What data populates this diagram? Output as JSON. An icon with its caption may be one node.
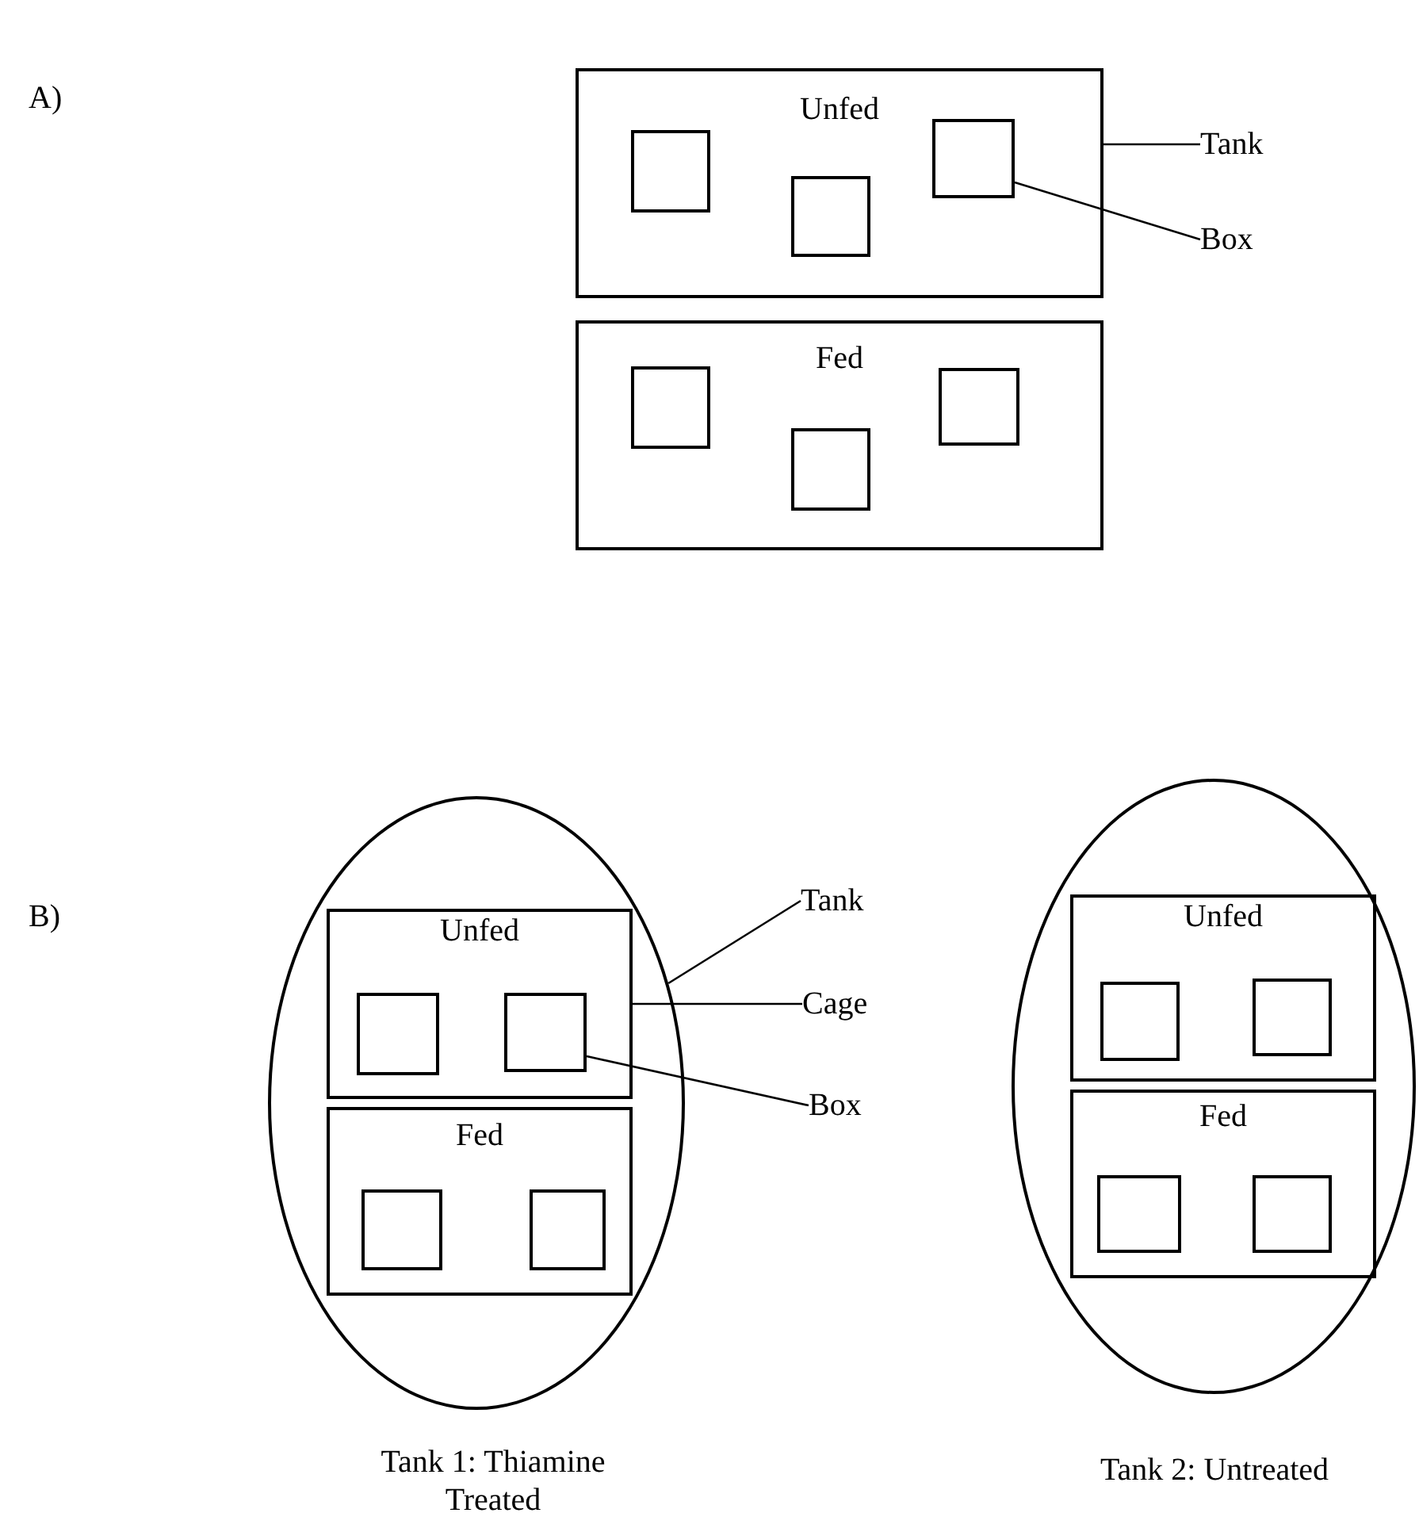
{
  "diagram": {
    "nodes": [
      {
        "text": [
          "Unfed"
        ]
      },
      {
        "text": [],
        "shape": "box",
        "in": 0
      },
      {
        "text": [],
        "shape": "box",
        "in": 0
      },
      {
        "text": [],
        "shape": "box",
        "in": 0
      },
      {
        "text": [
          "Fed"
        ]
      },
      {
        "text": [],
        "shape": "box",
        "in": 4
      },
      {
        "text": [],
        "shape": "box",
        "in": 4
      },
      {
        "text": [],
        "shape": "box",
        "in": 4
      },
      {
        "text": [
          "Tank"
        ]
      },
      {
        "text": [
          "Box"
        ]
      },
      {
        "text": [],
        "shape": "ellipse",
        "beside": [
          "Tank 1: Thiamine Treated"
        ]
      },
      {
        "text": [
          "Unfed"
        ],
        "in": 10
      },
      {
        "text": [],
        "shape": "box",
        "in": 11
      },
      {
        "text": [],
        "shape": "box",
        "in": 11
      },
      {
        "text": [
          "Fed"
        ],
        "in": 10
      },
      {
        "text": [],
        "shape": "box",
        "in": 14
      },
      {
        "text": [],
        "shape": "box",
        "in": 14
      },
      {
        "text": [
          "Tank"
        ]
      },
      {
        "text": [
          "Cage"
        ]
      },
      {
        "text": [
          "Box"
        ]
      },
      {
        "text": [],
        "shape": "ellipse",
        "beside": [
          "Tank 2: Untreated"
        ]
      },
      {
        "text": [
          "Unfed"
        ],
        "in": 20
      },
      {
        "text": [],
        "shape": "box",
        "in": 21
      },
      {
        "text": [],
        "shape": "box",
        "in": 21
      },
      {
        "text": [
          "Fed"
        ],
        "in": 20
      },
      {
        "text": [],
        "shape": "box",
        "in": 24
      },
      {
        "text": [],
        "shape": "box",
        "in": 24
      }
    ],
    "edges": [
      {
        "from": 8,
        "to": 0,
        "arrow": "none"
      },
      {
        "from": 9,
        "to": 3,
        "arrow": "none"
      },
      {
        "from": 17,
        "to": 10,
        "arrow": "none"
      },
      {
        "from": 18,
        "to": 11,
        "arrow": "none"
      },
      {
        "from": 19,
        "to": 13,
        "arrow": "none"
      }
    ],
    "labels": [
      "A)",
      "B)"
    ]
  }
}
